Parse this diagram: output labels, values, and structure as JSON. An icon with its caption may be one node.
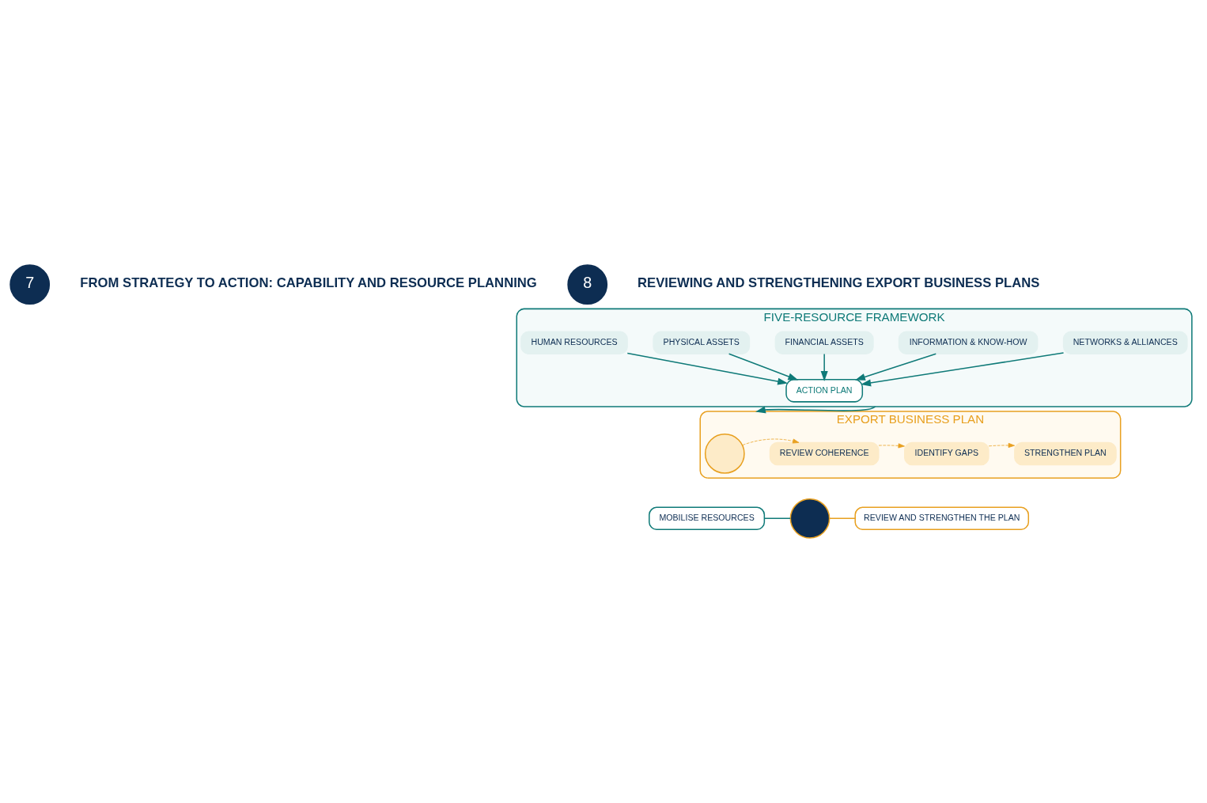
{
  "diagram": {
    "nodes": [
      {
        "text": [
          "7"
        ],
        "beside": [
          "FROM STRATEGY TO ACTION: CAPABILITY AND RESOURCE PLANNING"
        ]
      },
      {
        "text": [
          "8"
        ],
        "beside": [
          "REVIEWING AND STRENGTHENING EXPORT BUSINESS PLANS"
        ]
      },
      {
        "text": [
          "FIVE-RESOURCE FRAMEWORK"
        ]
      },
      {
        "text": [
          "HUMAN RESOURCES"
        ],
        "in": 2
      },
      {
        "text": [
          "PHYSICAL ASSETS"
        ],
        "in": 2
      },
      {
        "text": [
          "FINANCIAL ASSETS"
        ],
        "in": 2
      },
      {
        "text": [
          "INFORMATION & KNOW-HOW"
        ],
        "in": 2
      },
      {
        "text": [
          "NETWORKS & ALLIANCES"
        ],
        "in": 2
      },
      {
        "text": [
          "ACTION PLAN"
        ],
        "in": 2
      },
      {
        "text": [
          "EXPORT BUSINESS PLAN"
        ]
      },
      {
        "text": [],
        "shape": "circle",
        "in": 9
      },
      {
        "text": [
          "REVIEW COHERENCE"
        ],
        "in": 9
      },
      {
        "text": [
          "IDENTIFY GAPS"
        ],
        "in": 9
      },
      {
        "text": [
          "STRENGTHEN PLAN"
        ],
        "in": 9
      },
      {
        "text": [
          "MOBILISE RESOURCES"
        ]
      },
      {
        "text": [],
        "shape": "circle"
      },
      {
        "text": [
          "REVIEW AND STRENGTHEN THE PLAN"
        ]
      }
    ],
    "edges": [
      {
        "from": 3,
        "to": 8,
        "arrow": "to"
      },
      {
        "from": 4,
        "to": 8,
        "arrow": "to"
      },
      {
        "from": 5,
        "to": 8,
        "arrow": "to"
      },
      {
        "from": 6,
        "to": 8,
        "arrow": "to"
      },
      {
        "from": 7,
        "to": 8,
        "arrow": "to"
      },
      {
        "from": 2,
        "to": 9,
        "arrow": "to"
      },
      {
        "from": 10,
        "to": 11,
        "arrow": "to",
        "style": "dashed",
        "color": "#e8a020"
      },
      {
        "from": 11,
        "to": 12,
        "arrow": "to",
        "style": "dashed",
        "color": "#e8a020"
      },
      {
        "from": 12,
        "to": 13,
        "arrow": "to",
        "style": "dashed",
        "color": "#e8a020"
      },
      {
        "from": 14,
        "to": 15,
        "arrow": "none"
      },
      {
        "from": 15,
        "to": 16,
        "arrow": "none",
        "color": "#e8a020"
      }
    ]
  }
}
